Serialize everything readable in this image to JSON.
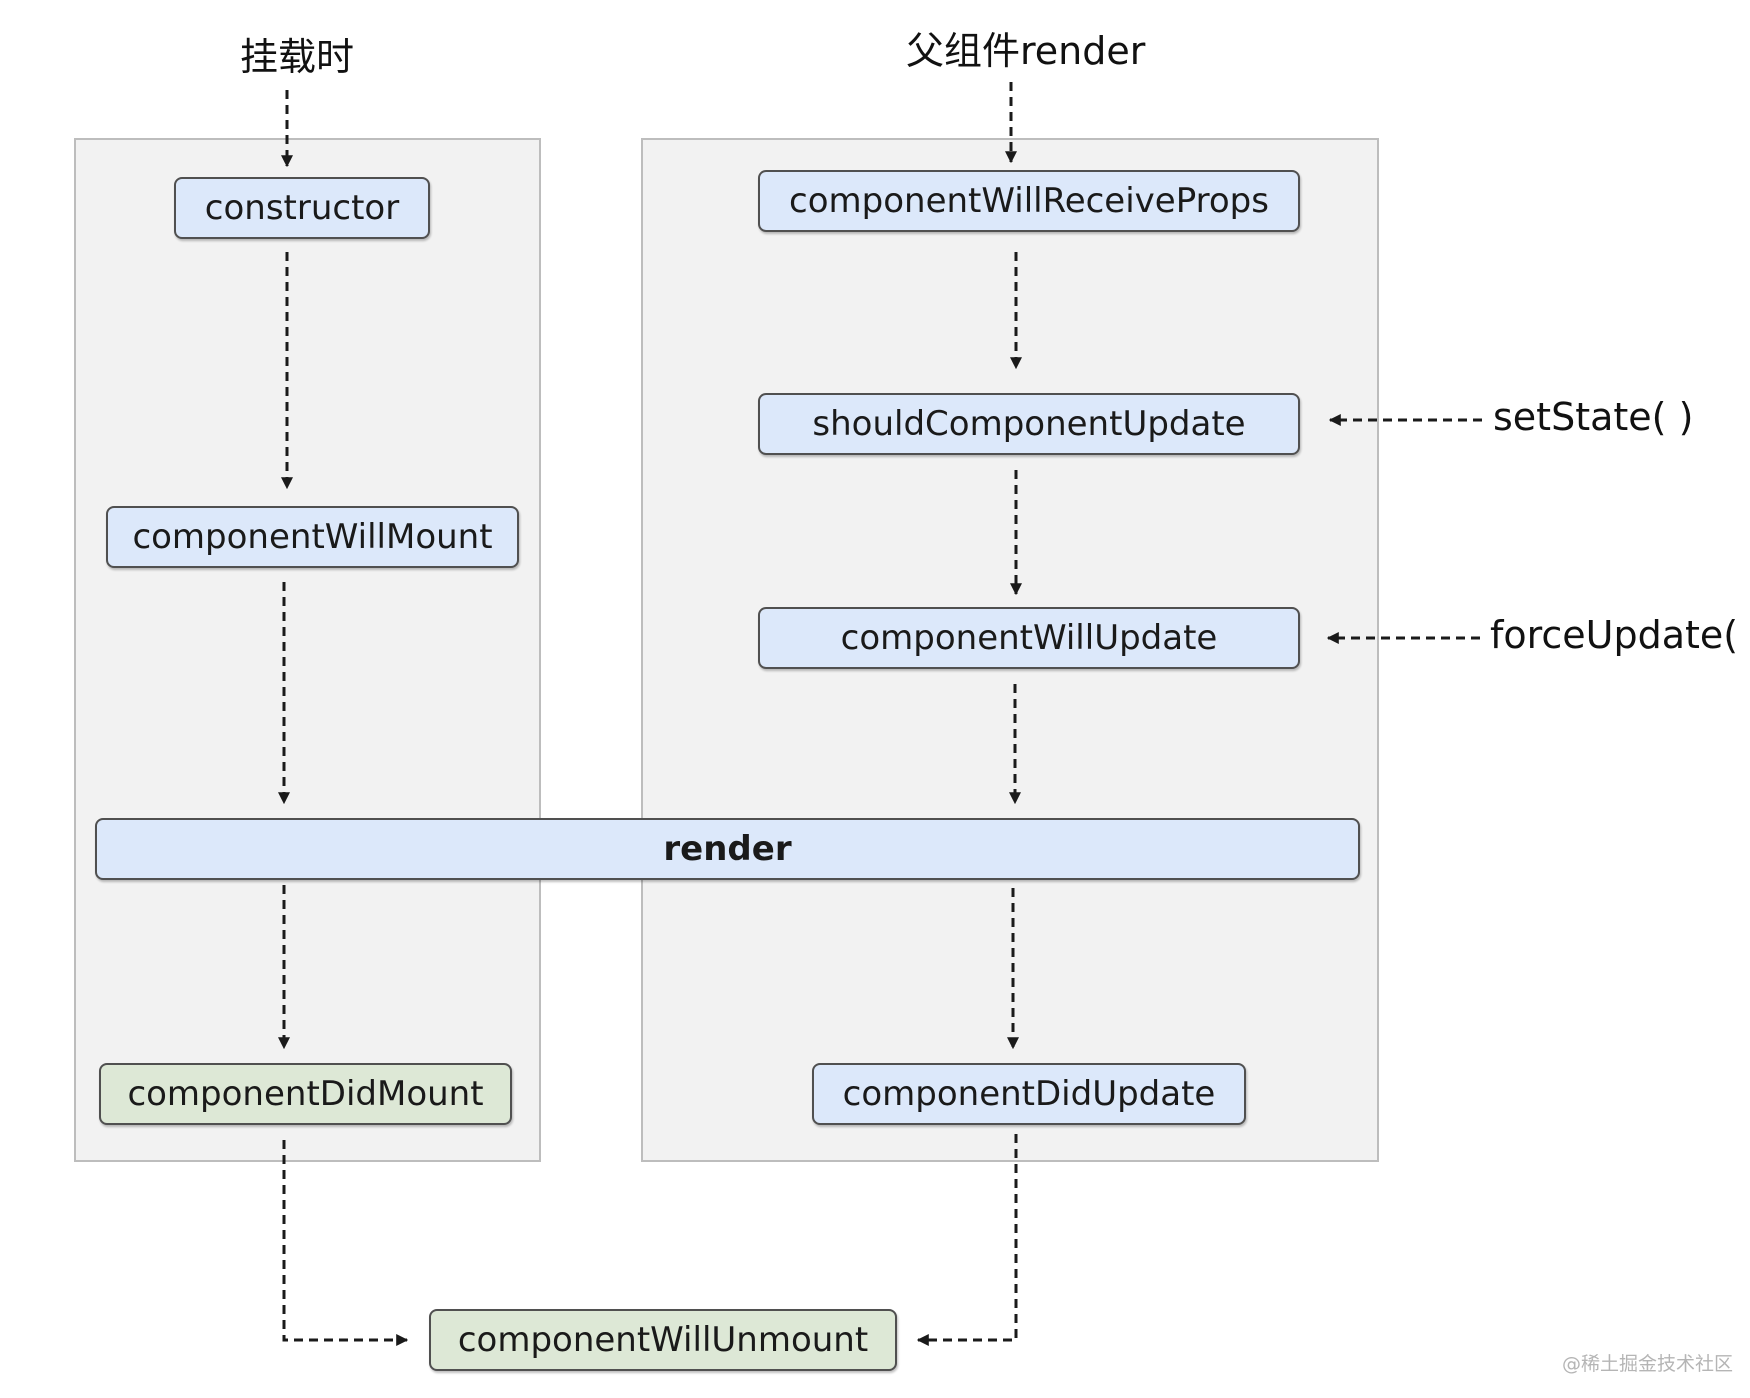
{
  "labels": {
    "mount_title": "挂载时",
    "update_title": "父组件render",
    "set_state": "setState( )",
    "force_update": "forceUpdate( )"
  },
  "nodes": {
    "constructor": "constructor",
    "component_will_mount": "componentWillMount",
    "render": "render",
    "component_did_mount": "componentDidMount",
    "component_will_receive_props": "componentWillReceiveProps",
    "should_component_update": "shouldComponentUpdate",
    "component_will_update": "componentWillUpdate",
    "component_did_update": "componentDidUpdate",
    "component_will_unmount": "componentWillUnmount"
  },
  "watermark": "@稀土掘金技术社区",
  "colors": {
    "blue_node": "#dce8fa",
    "green_node": "#dde8d6",
    "panel": "#f2f2f2"
  }
}
